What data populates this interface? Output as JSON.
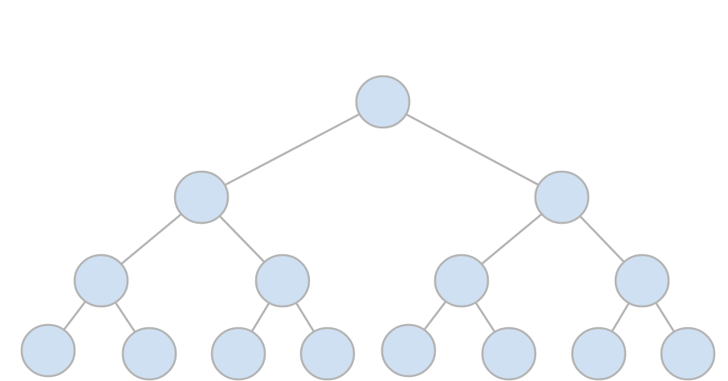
{
  "diagram": {
    "type": "binary-tree",
    "levels": 4,
    "node_fill": "#cfe0f2",
    "node_stroke": "#b3b3b3",
    "edge_color": "#b3b3b3",
    "nodes": [
      {
        "id": "n1",
        "children": [
          "n2",
          "n3"
        ]
      },
      {
        "id": "n2",
        "children": [
          "n4",
          "n5"
        ]
      },
      {
        "id": "n3",
        "children": [
          "n6",
          "n7"
        ]
      },
      {
        "id": "n4",
        "children": [
          "n8",
          "n9"
        ]
      },
      {
        "id": "n5",
        "children": [
          "n10",
          "n11"
        ]
      },
      {
        "id": "n6",
        "children": [
          "n12",
          "n13"
        ]
      },
      {
        "id": "n7",
        "children": [
          "n14",
          "n15"
        ]
      },
      {
        "id": "n8",
        "children": []
      },
      {
        "id": "n9",
        "children": []
      },
      {
        "id": "n10",
        "children": []
      },
      {
        "id": "n11",
        "children": []
      },
      {
        "id": "n12",
        "children": []
      },
      {
        "id": "n13",
        "children": []
      },
      {
        "id": "n14",
        "children": []
      },
      {
        "id": "n15",
        "children": []
      }
    ]
  }
}
